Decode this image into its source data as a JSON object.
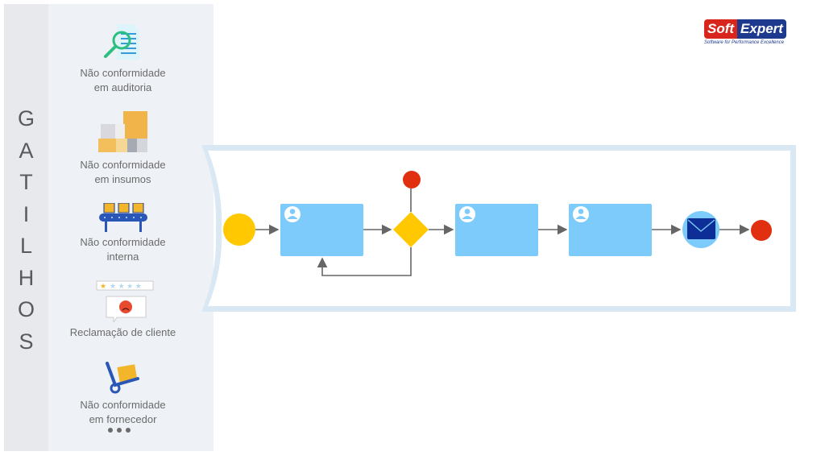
{
  "sidebar": {
    "title_letters": [
      "G",
      "A",
      "T",
      "I",
      "L",
      "H",
      "O",
      "S"
    ],
    "triggers": [
      {
        "line1": "Não conformidade",
        "line2": "em auditoria",
        "icon": "audit-magnifier-document-icon"
      },
      {
        "line1": "Não conformidade",
        "line2": "em insumos",
        "icon": "boxes-icon"
      },
      {
        "line1": "Não conformidade",
        "line2": "interna",
        "icon": "conveyor-belt-icon"
      },
      {
        "line1": "Reclamação de cliente",
        "line2": "",
        "icon": "complaint-rating-icon"
      },
      {
        "line1": "Não conformidade",
        "line2": "em fornecedor",
        "icon": "hand-truck-box-icon"
      }
    ],
    "more": "more-dots-icon"
  },
  "logo": {
    "soft": "Soft",
    "expert": "Expert",
    "tagline": "Software for Performance Excellence"
  },
  "colors": {
    "task": "#7dcbfa",
    "start": "#ffc800",
    "gateway": "#ffc800",
    "end": "#e0300f",
    "message_bg": "#7dcbfa",
    "message_icon": "#0d2e96",
    "frame": "#d9e8f2",
    "arrow": "#666666"
  }
}
